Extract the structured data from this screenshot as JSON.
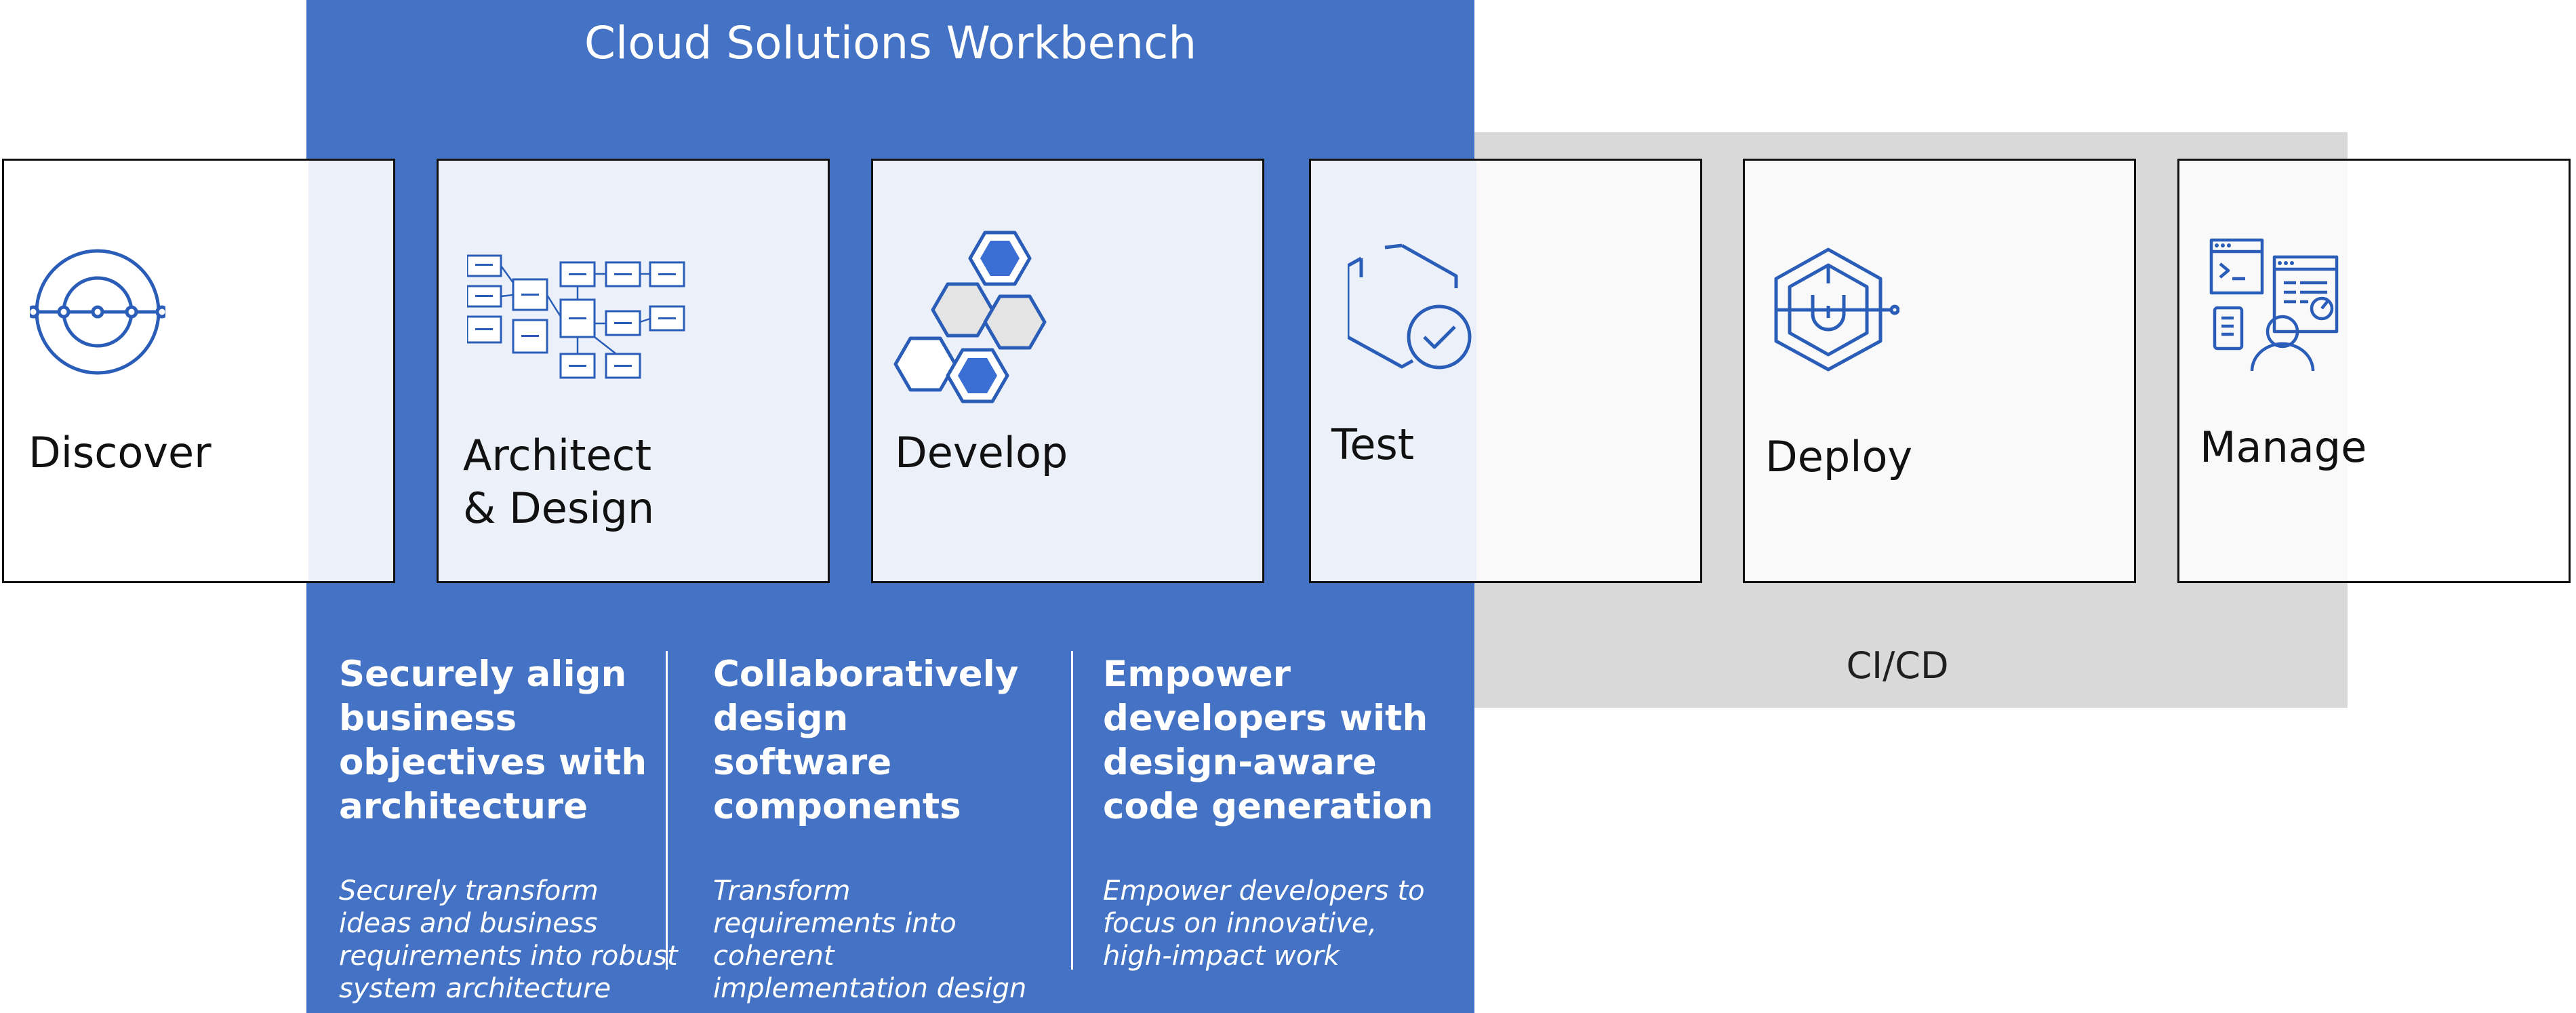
{
  "workbench_title": "Cloud Solutions Workbench",
  "cicd_label": "CI/CD",
  "stages": [
    {
      "label": "Discover",
      "icon": "discover-path-icon"
    },
    {
      "label": "Architect\n& Design",
      "icon": "architecture-diagram-icon"
    },
    {
      "label": "Develop",
      "icon": "hexagons-icon"
    },
    {
      "label": "Test",
      "icon": "test-checkmark-icon"
    },
    {
      "label": "Deploy",
      "icon": "deploy-hexagon-icon"
    },
    {
      "label": "Manage",
      "icon": "manage-console-user-icon"
    }
  ],
  "descriptions": [
    {
      "heading": "Securely align business objectives with architecture",
      "body": "Securely transform ideas and business requirements into robust system architecture"
    },
    {
      "heading": "Collaboratively design software components",
      "body": "Transform requirements into coherent implementation design"
    },
    {
      "heading": "Empower developers with design-aware code generation",
      "body": "Empower developers to focus on innovative, high-impact work"
    }
  ],
  "colors": {
    "panel_blue": "#4472c4",
    "icon_blue": "#2a5db8",
    "band_gray": "#d9d9d9"
  }
}
